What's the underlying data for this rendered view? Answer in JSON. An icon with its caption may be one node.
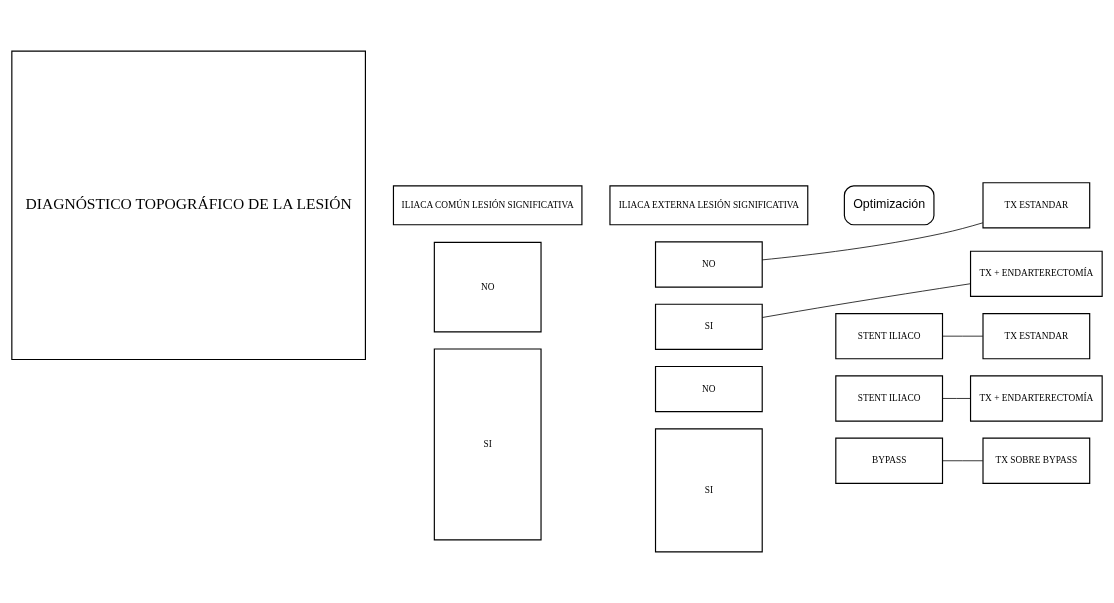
{
  "diagram": {
    "nodes": [
      {
        "text": [
          "DIAGNÓSTICO TOPOGRÁFICO DE LA LESIÓN"
        ]
      },
      {
        "text": [
          "ILIACA COMÚN LESIÓN SIGNIFICATIVA"
        ]
      },
      {
        "text": [
          "ILIACA EXTERNA LESIÓN SIGNIFICATIVA"
        ]
      },
      {
        "text": [
          "Optimización"
        ]
      },
      {
        "text": [
          "NO"
        ]
      },
      {
        "text": [
          "NO"
        ]
      },
      {
        "text": [
          "TX ESTANDAR"
        ]
      },
      {
        "text": [
          "SI"
        ]
      },
      {
        "text": [
          "TX + ENDARTERECTOMÍA"
        ]
      },
      {
        "text": [
          "SI"
        ]
      },
      {
        "text": [
          "NO"
        ]
      },
      {
        "text": [
          "STENT ILIACO"
        ]
      },
      {
        "text": [
          "TX ESTANDAR"
        ]
      },
      {
        "text": [
          "SI"
        ]
      },
      {
        "text": [
          "STENT ILIACO"
        ]
      },
      {
        "text": [
          "TX + ENDARTERECTOMÍA"
        ]
      },
      {
        "text": [
          "BYPASS"
        ]
      },
      {
        "text": [
          "TX SOBRE BYPASS"
        ]
      }
    ],
    "edges": [
      {
        "from": 5,
        "to": 6,
        "arrow": "none"
      },
      {
        "from": 7,
        "to": 8,
        "arrow": "none"
      },
      {
        "from": 11,
        "to": 12,
        "arrow": "none"
      },
      {
        "from": 14,
        "to": 15,
        "arrow": "none"
      },
      {
        "from": 16,
        "to": 17,
        "arrow": "none"
      }
    ]
  }
}
